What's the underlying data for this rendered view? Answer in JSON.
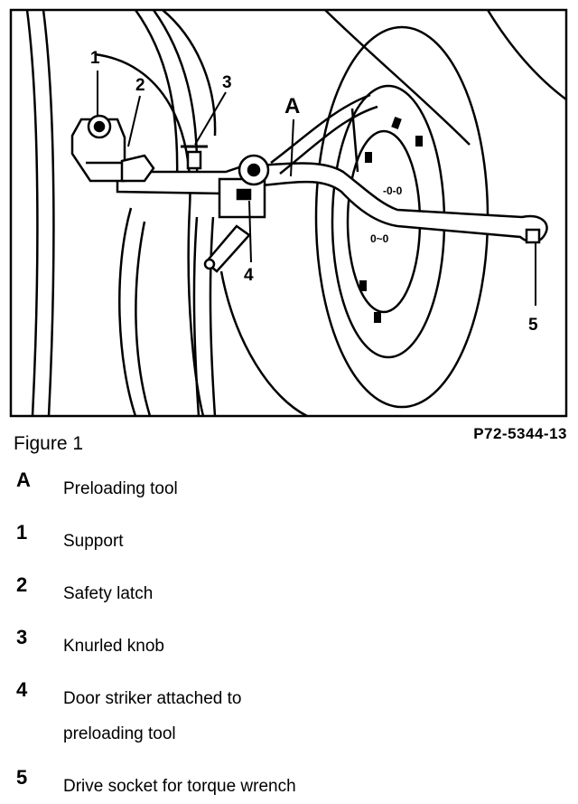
{
  "callouts": {
    "c1": "1",
    "c2": "2",
    "c3": "3",
    "cA": "A",
    "c4": "4",
    "c5": "5"
  },
  "caption": "Figure 1",
  "figure_id": "P72-5344-13",
  "legend": [
    {
      "key": "A",
      "text": "Preloading tool"
    },
    {
      "key": "1",
      "text": "Support"
    },
    {
      "key": "2",
      "text": "Safety latch"
    },
    {
      "key": "3",
      "text": "Knurled knob"
    },
    {
      "key": "4",
      "text": "Door striker attached to\npreloading tool"
    },
    {
      "key": "5",
      "text": "Drive socket for torque wrench"
    }
  ]
}
